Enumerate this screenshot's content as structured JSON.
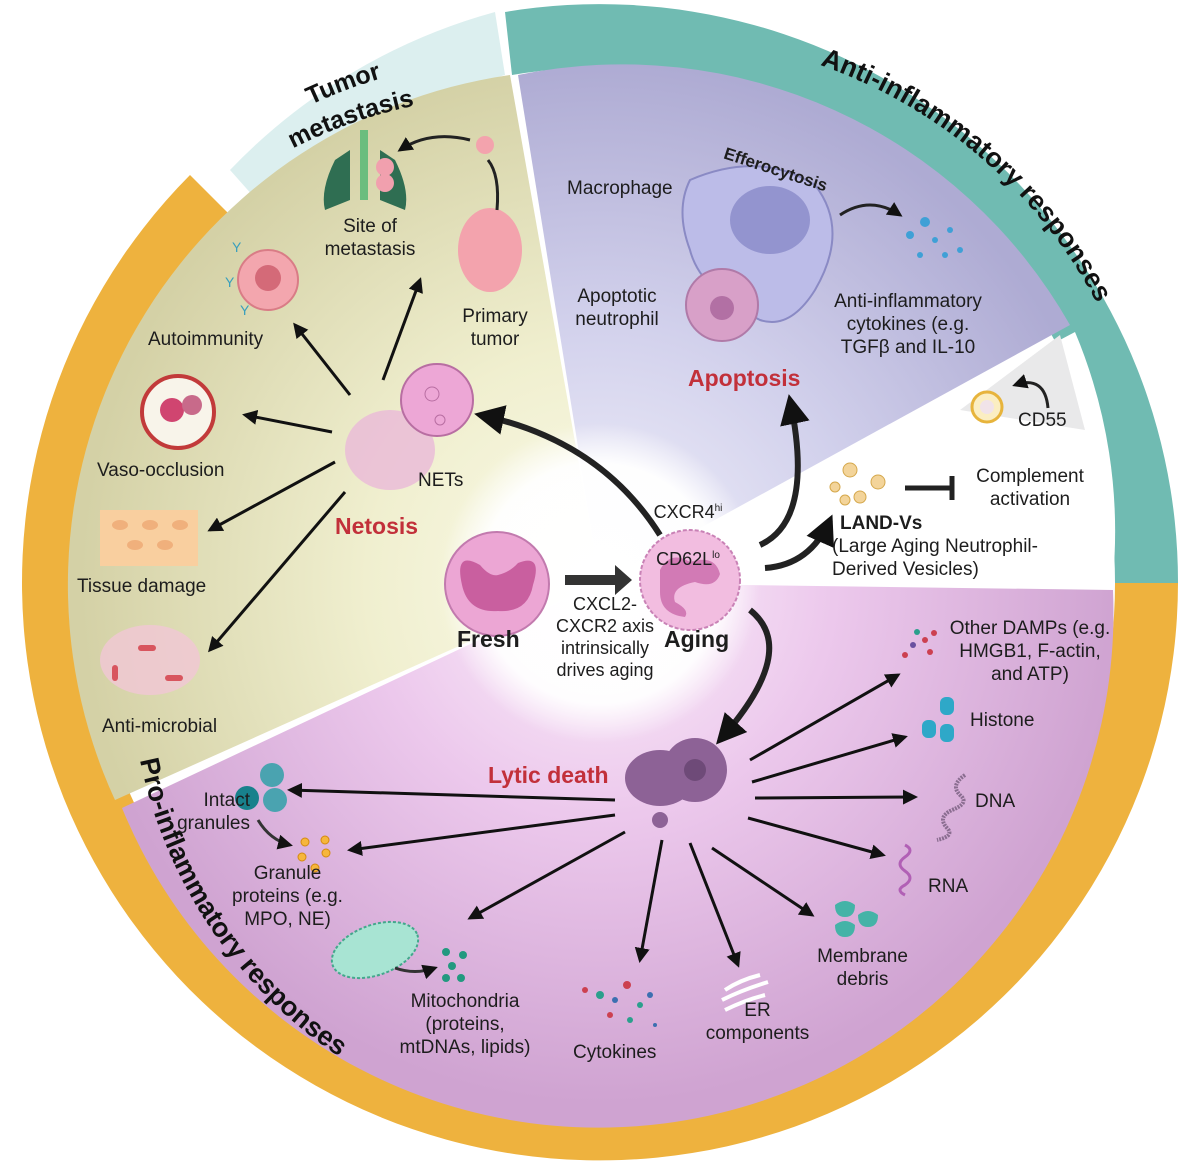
{
  "colors": {
    "pro_ring": "#eeb23e",
    "anti_ring": "#70bbb2",
    "tumor_ring": "#dcefef",
    "netosis_bg": "#dcd9b0",
    "apoptosis_bg": "#b8b6da",
    "landv_bg": "#ffffff",
    "lytic_bg": "#d8aedb",
    "accent_red": "#c2303a"
  },
  "ring_labels": {
    "pro": "Pro-inflammatory responses",
    "anti": "Anti-inflammatory responses",
    "tumor_line1": "Tumor",
    "tumor_line2": "metastasis"
  },
  "center": {
    "fresh": "Fresh",
    "aging": "Aging",
    "axis_text": "CXCL2-\nCXCR2 axis\nintrinsically\ndrives aging",
    "marker1": "CXCR4",
    "marker1_sup": "hi",
    "marker2": "CD62L",
    "marker2_sup": "lo"
  },
  "netosis": {
    "title": "Netosis",
    "nets": "NETs",
    "outcomes": [
      "Autoimmunity",
      "Vaso-occlusion",
      "Tissue damage",
      "Anti-microbial"
    ],
    "site_of_metastasis": "Site of\nmetastasis",
    "primary_tumor": "Primary\ntumor"
  },
  "apoptosis": {
    "title": "Apoptosis",
    "efferocytosis": "Efferocytosis",
    "macrophage": "Macrophage",
    "apoptotic_neutrophil": "Apoptotic\nneutrophil",
    "cytokines": "Anti-inflammatory\ncytokines (e.g.\nTGFβ and IL-10"
  },
  "landv": {
    "title": "LAND-Vs",
    "subtitle": "(Large Aging Neutrophil-\nDerived Vesicles)",
    "cd55": "CD55",
    "complement": "Complement\nactivation"
  },
  "lytic": {
    "title": "Lytic death",
    "products": {
      "intact_granules": "Intact\ngranules",
      "granule_proteins": "Granule\nproteins (e.g.\nMPO, NE)",
      "mitochondria": "Mitochondria\n(proteins,\nmtDNAs, lipids)",
      "cytokines": "Cytokines",
      "er": "ER\ncomponents",
      "membrane": "Membrane\ndebris",
      "rna": "RNA",
      "dna": "DNA",
      "histone": "Histone",
      "damps": "Other DAMPs (e.g.\nHMGB1, F-actin,\nand ATP)"
    }
  }
}
